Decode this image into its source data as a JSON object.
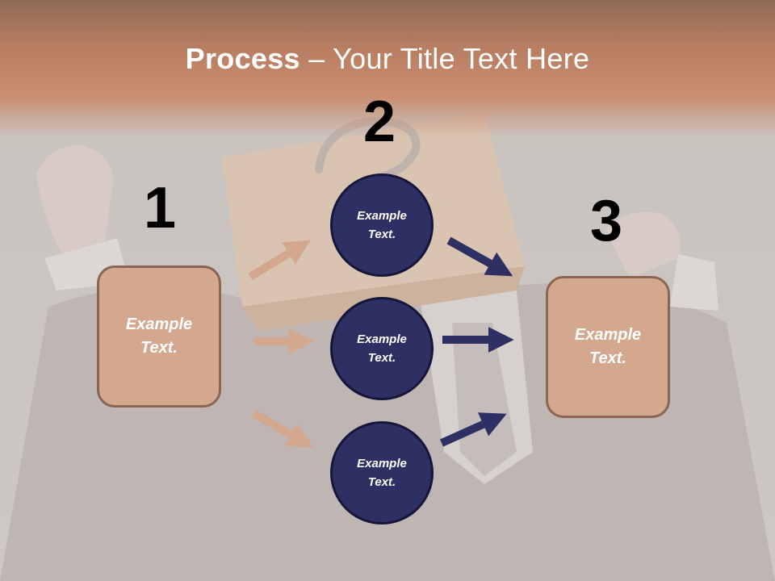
{
  "title": {
    "bold": "Process",
    "rest": " – Your Title Text Here"
  },
  "numbers": [
    "1",
    "2",
    "3"
  ],
  "left_box": {
    "label": "Example\nText."
  },
  "right_box": {
    "label": "Example\nText."
  },
  "circles": [
    {
      "label": "Example\nText."
    },
    {
      "label": "Example\nText."
    },
    {
      "label": "Example\nText."
    }
  ],
  "colors": {
    "box_fill": "#d4a88e",
    "box_border": "#8a6553",
    "circle_fill": "#2e2f63",
    "left_arrows": "#d4a88e",
    "right_arrows": "#2e2f63"
  }
}
